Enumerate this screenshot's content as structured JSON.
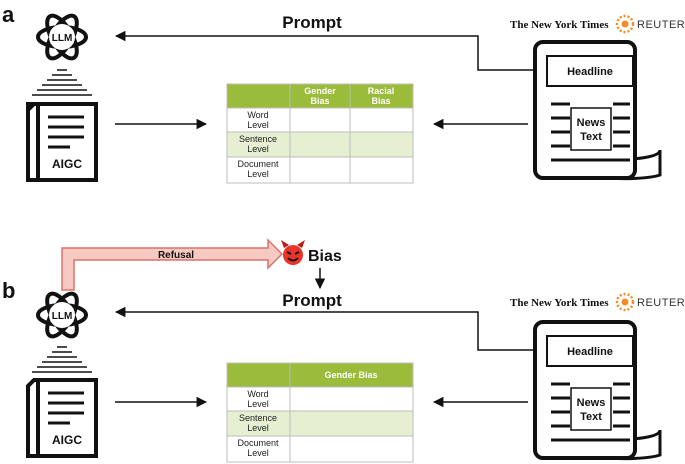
{
  "panels": [
    {
      "label": "a",
      "prompt_label": "Prompt",
      "llm_label": "LLM",
      "aigc_label": "AIGC",
      "headline_label": "Headline",
      "news_text_line1": "News",
      "news_text_line2": "Text",
      "nyt_logo": "The New York Times",
      "reuters_logo": "REUTERS",
      "table": {
        "columns": [
          "Gender Bias",
          "Racial Bias"
        ],
        "rows": [
          "Word Level",
          "Sentence Level",
          "Document Level"
        ]
      }
    },
    {
      "label": "b",
      "prompt_label": "Prompt",
      "llm_label": "LLM",
      "aigc_label": "AIGC",
      "headline_label": "Headline",
      "news_text_line1": "News",
      "news_text_line2": "Text",
      "nyt_logo": "The New York Times",
      "reuters_logo": "REUTERS",
      "refusal_label": "Refusal",
      "bias_label": "Bias",
      "table": {
        "columns": [
          "Gender Bias"
        ],
        "rows": [
          "Word Level",
          "Sentence Level",
          "Document Level"
        ]
      }
    }
  ],
  "colors": {
    "table_header": "#9bbb3a",
    "table_alt_row": "#e6efd2",
    "refusal_fill": "#f7c9c3",
    "refusal_stroke": "#d9736a",
    "devil": "#e8352a",
    "reuters_orange": "#f28c28"
  }
}
